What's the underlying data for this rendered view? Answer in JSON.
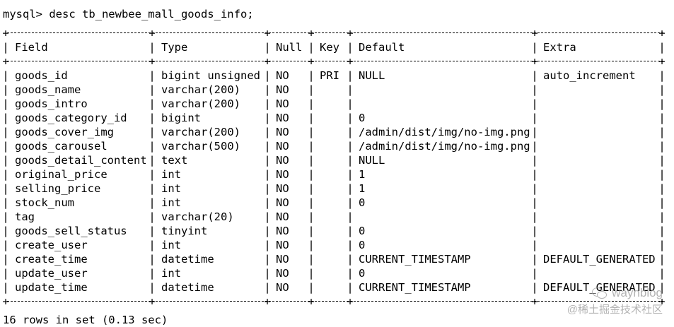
{
  "prompt_line": "mysql> desc tb_newbee_mall_goods_info;",
  "headers": [
    "Field",
    "Type",
    "Null",
    "Key",
    "Default",
    "Extra"
  ],
  "rows": [
    [
      "goods_id",
      "bigint unsigned",
      "NO",
      "PRI",
      "NULL",
      "auto_increment"
    ],
    [
      "goods_name",
      "varchar(200)",
      "NO",
      "",
      "",
      ""
    ],
    [
      "goods_intro",
      "varchar(200)",
      "NO",
      "",
      "",
      ""
    ],
    [
      "goods_category_id",
      "bigint",
      "NO",
      "",
      "0",
      ""
    ],
    [
      "goods_cover_img",
      "varchar(200)",
      "NO",
      "",
      "/admin/dist/img/no-img.png",
      ""
    ],
    [
      "goods_carousel",
      "varchar(500)",
      "NO",
      "",
      "/admin/dist/img/no-img.png",
      ""
    ],
    [
      "goods_detail_content",
      "text",
      "NO",
      "",
      "NULL",
      ""
    ],
    [
      "original_price",
      "int",
      "NO",
      "",
      "1",
      ""
    ],
    [
      "selling_price",
      "int",
      "NO",
      "",
      "1",
      ""
    ],
    [
      "stock_num",
      "int",
      "NO",
      "",
      "0",
      ""
    ],
    [
      "tag",
      "varchar(20)",
      "NO",
      "",
      "",
      ""
    ],
    [
      "goods_sell_status",
      "tinyint",
      "NO",
      "",
      "0",
      ""
    ],
    [
      "create_user",
      "int",
      "NO",
      "",
      "0",
      ""
    ],
    [
      "create_time",
      "datetime",
      "NO",
      "",
      "CURRENT_TIMESTAMP",
      "DEFAULT_GENERATED"
    ],
    [
      "update_user",
      "int",
      "NO",
      "",
      "0",
      ""
    ],
    [
      "update_time",
      "datetime",
      "NO",
      "",
      "CURRENT_TIMESTAMP",
      "DEFAULT_GENERATED"
    ]
  ],
  "footer": "16 rows in set (0.13 sec)",
  "watermark": {
    "name": "waynblog",
    "community": "@稀土掘金技术社区",
    "icon": "wechat-icon"
  }
}
